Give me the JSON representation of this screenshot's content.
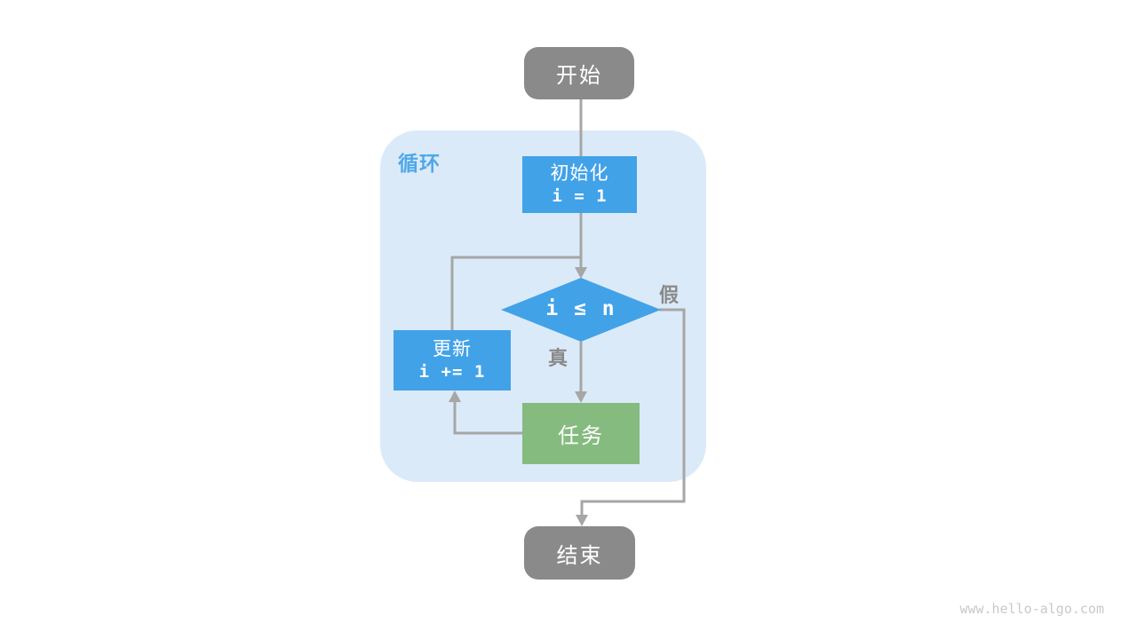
{
  "page": {
    "watermark": "www.hello-algo.com"
  },
  "flowchart": {
    "loop_container_label": "循环",
    "nodes": {
      "start": {
        "label": "开始"
      },
      "init": {
        "label": "初始化",
        "code": "i = 1"
      },
      "condition": {
        "label": "i ≤ n"
      },
      "update": {
        "label": "更新",
        "code": "i += 1"
      },
      "task": {
        "label": "任务"
      },
      "end": {
        "label": "结束"
      }
    },
    "edge_labels": {
      "true_branch": "真",
      "false_branch": "假"
    },
    "colors": {
      "node_blue": "#42a2e8",
      "node_green": "#86bb80",
      "node_gray": "#8a8a8a",
      "container_blue": "#dbeaf8",
      "loop_label_blue": "#4fa8e8",
      "edge_gray": "#a6a6a6",
      "edge_label_gray": "#8a8a8a",
      "watermark_gray": "#c9c9c9"
    }
  }
}
